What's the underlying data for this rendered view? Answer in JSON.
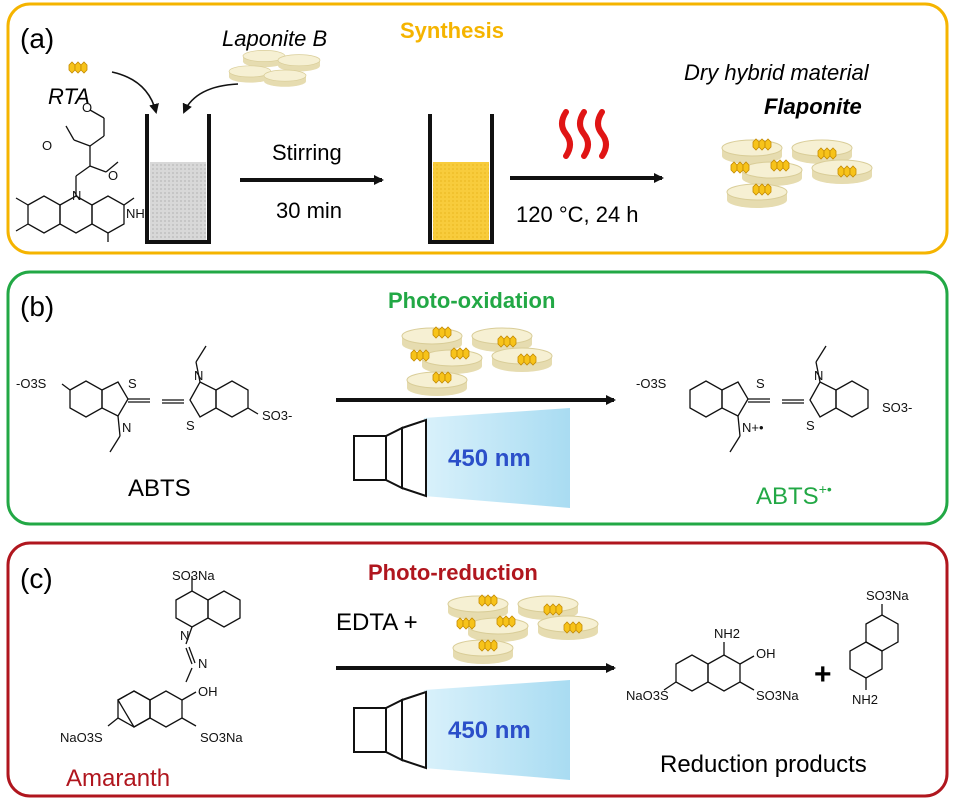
{
  "panels": {
    "a": {
      "label": "(a)",
      "title": "Synthesis",
      "color": "#f5b400",
      "laponite": "Laponite B",
      "rta": "RTA",
      "stir_label": "Stirring",
      "stir_time": "30 min",
      "heat_label": "120 °C, 24 h",
      "product_line1": "Dry hybrid material",
      "product_line2": "Flaponite"
    },
    "b": {
      "label": "(b)",
      "title": "Photo-oxidation",
      "color": "#22a845",
      "wavelength": "450 nm",
      "reactant": "ABTS",
      "product": "ABTS",
      "product_charge": "+•",
      "so3_left": "-O3S",
      "so3_right": "SO3-"
    },
    "c": {
      "label": "(c)",
      "title": "Photo-reduction",
      "color": "#b0161e",
      "reagent": "EDTA +",
      "wavelength": "450 nm",
      "reactant": "Amaranth",
      "products_label": "Reduction products",
      "plus": "+",
      "so3na": "SO3Na",
      "naO3s": "NaO3S",
      "oh": "OH",
      "nh2": "NH2"
    }
  },
  "colors": {
    "light_beam": "#bfe6f7",
    "wavelength_text": "#2b4fc9",
    "heat": "#e01515",
    "flavin_yellow": "#f7c31a",
    "disc": "#f5efcf"
  }
}
